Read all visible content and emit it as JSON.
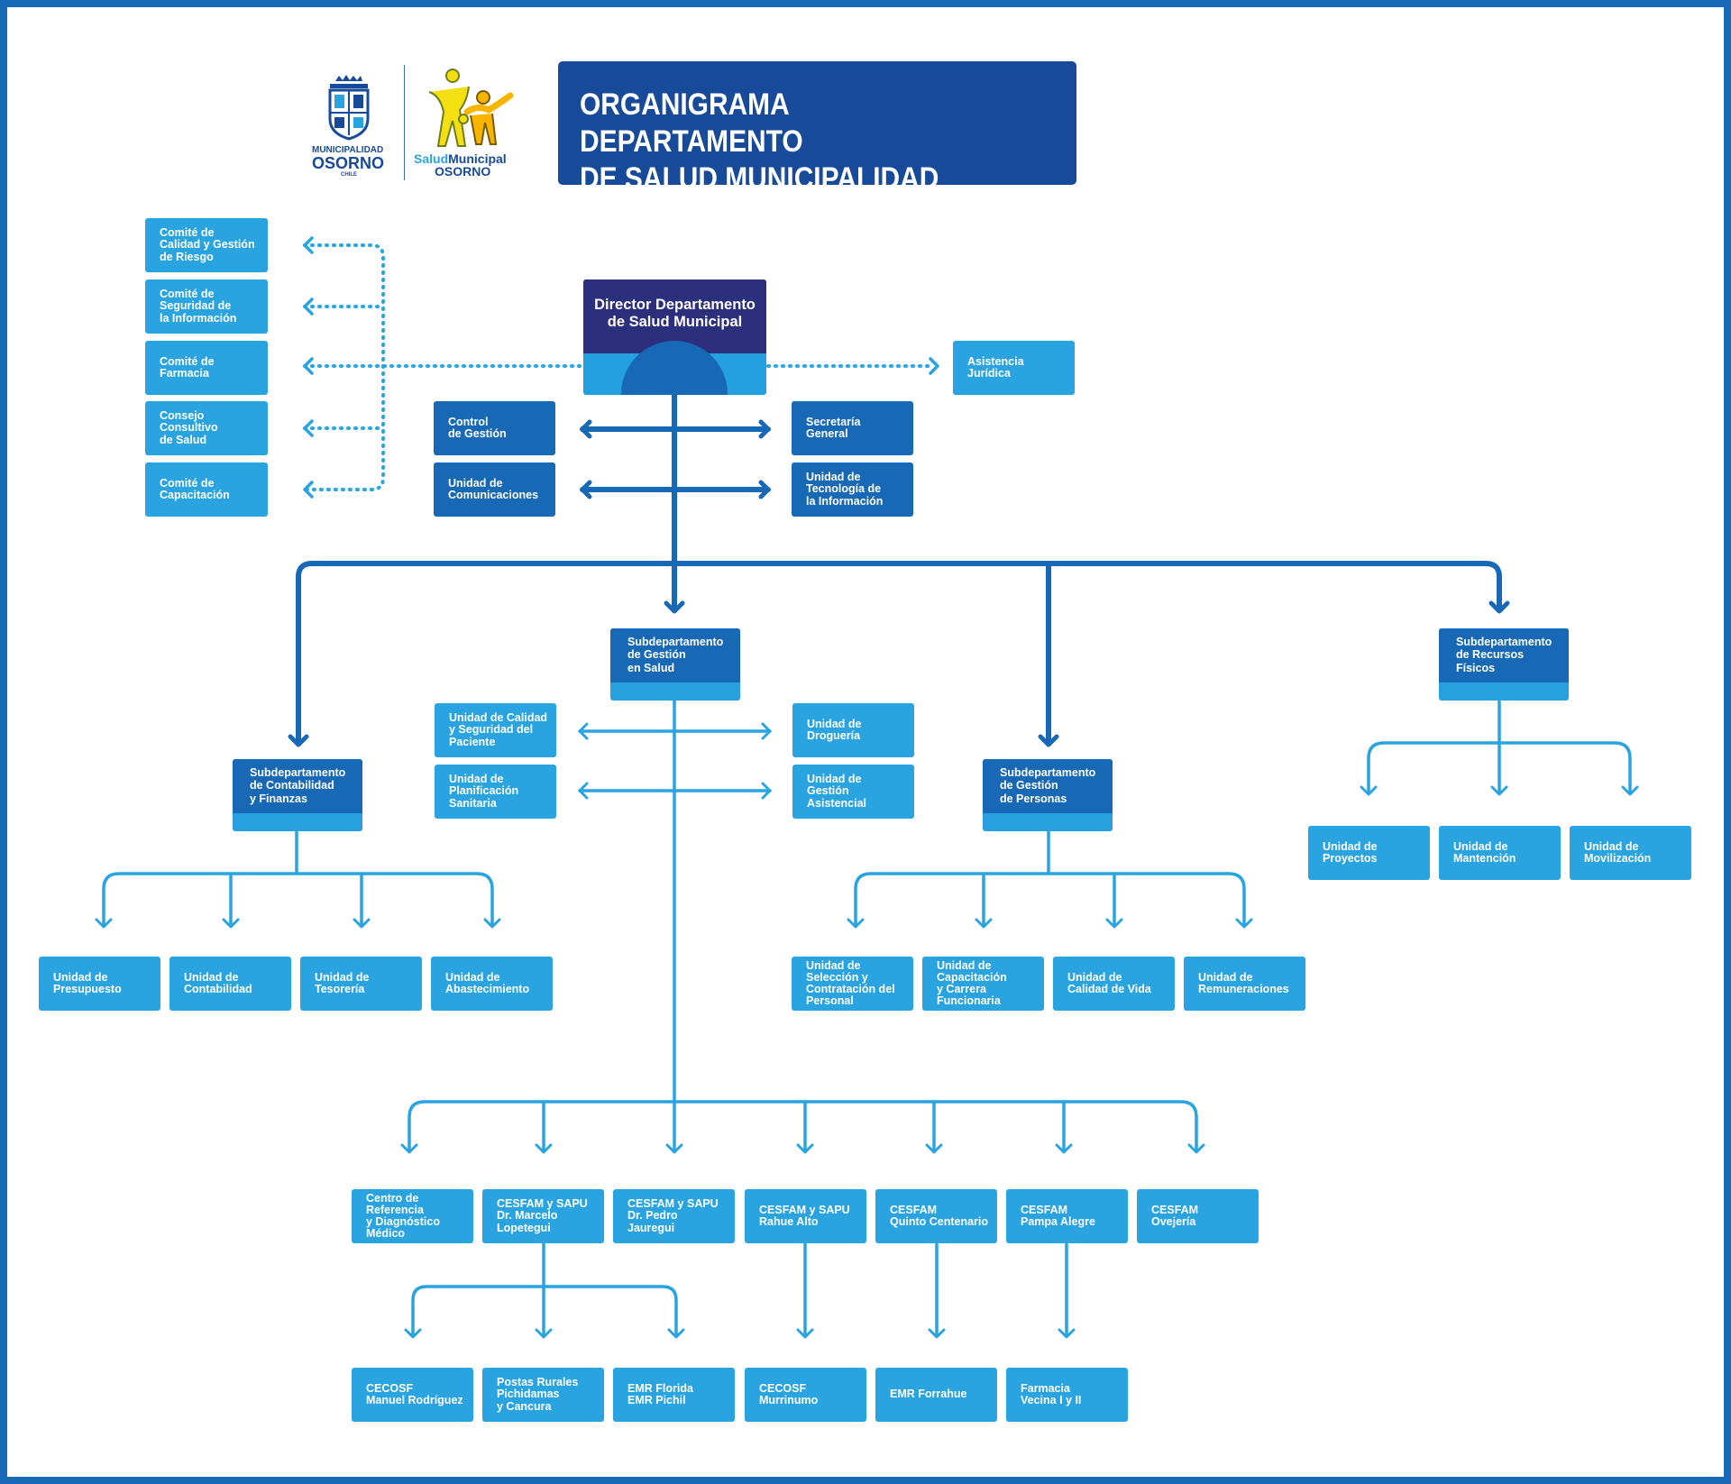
{
  "title": {
    "line1": "ORGANIGRAMA DEPARTAMENTO",
    "line2": "DE SALUD MUNICIPALIDAD OSORNO."
  },
  "logos": {
    "municipal": {
      "line1": "MUNICIPALIDAD",
      "line2": "OSORNO",
      "line3": "CHILE"
    },
    "salud": {
      "salud": "Salud",
      "municipal": "Municipal",
      "osorno": "OSORNO"
    }
  },
  "director": {
    "label": "Director Departamento\nde Salud Municipal"
  },
  "comites": [
    "Comité de\nCalidad y Gestión\nde Riesgo",
    "Comité de\nSeguridad de\nla Información",
    "Comité de\nFarmacia",
    "Consejo\nConsultivo\nde Salud",
    "Comité de\nCapacitación"
  ],
  "asistencia": "Asistencia\nJurídica",
  "staff": {
    "control": "Control\nde Gestión",
    "comunicaciones": "Unidad de\nComunicaciones",
    "secretaria": "Secretaría\nGeneral",
    "tecnologia": "Unidad de\nTecnología de\nla Información"
  },
  "subdepartamentos": {
    "contabilidad": "Subdepartamento\nde Contabilidad\ny Finanzas",
    "gestion_salud": "Subdepartamento\nde Gestión\nen Salud",
    "personas": "Subdepartamento\nde Gestión\nde Personas",
    "recursos": "Subdepartamento\nde Recursos\nFísicos"
  },
  "gestion_salud_units": {
    "calidad": "Unidad de Calidad\ny Seguridad del\nPaciente",
    "planificacion": "Unidad de\nPlanificación\nSanitaria",
    "drogueria": "Unidad de\nDroguería",
    "gestion_asistencial": "Unidad de\nGestión\nAsistencial"
  },
  "contabilidad_units": [
    "Unidad de\nPresupuesto",
    "Unidad de\nContabilidad",
    "Unidad de\nTesorería",
    "Unidad de\nAbastecimiento"
  ],
  "personas_units": [
    "Unidad de\nSelección y\nContratación del\nPersonal",
    "Unidad de\nCapacitación\ny Carrera\nFuncionaria",
    "Unidad de\nCalidad de Vida",
    "Unidad de\nRemuneraciones"
  ],
  "recursos_units": [
    "Unidad de\nProyectos",
    "Unidad de\nMantención",
    "Unidad de\nMovilización"
  ],
  "centros": [
    "Centro de\nReferencia\ny Diagnóstico\nMédico",
    "CESFAM y SAPU\nDr. Marcelo\nLopetegui",
    "CESFAM y SAPU\nDr. Pedro Jauregui",
    "CESFAM y SAPU\nRahue Alto",
    "CESFAM\nQuinto Centenario",
    "CESFAM\nPampa Alegre",
    "CESFAM\nOvejería"
  ],
  "dependientes": [
    "CECOSF\nManuel Rodríguez",
    "Postas Rurales\nPichidamas\ny Cancura",
    "EMR Florida\nEMR Pichil",
    "CECOSF\nMurrinumo",
    "EMR Forrahue",
    "Farmacia\nVecina I y II"
  ],
  "colors": {
    "frame": "#1769b6",
    "dark_box": "#1769b6",
    "light_box": "#2aa4e0",
    "director_top": "#2b2f7c",
    "title_bg": "#174a99",
    "connector_light": "#2aa4e0"
  }
}
